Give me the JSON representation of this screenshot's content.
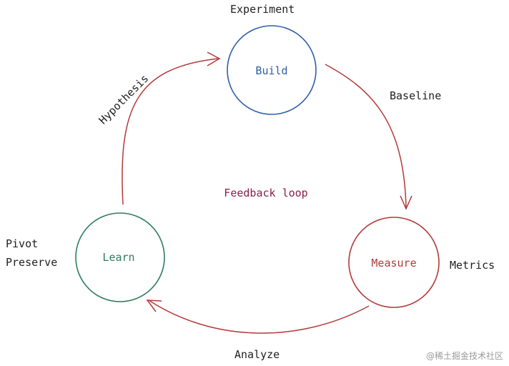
{
  "diagram": {
    "center_label": "Feedback loop",
    "nodes": [
      {
        "id": "build",
        "label": "Build",
        "color": "#2f5fa8",
        "side_label": "Experiment"
      },
      {
        "id": "measure",
        "label": "Measure",
        "color": "#b23a3a",
        "side_label": "Metrics"
      },
      {
        "id": "learn",
        "label": "Learn",
        "color": "#2e7d5b",
        "side_labels": [
          "Pivot",
          "Preserve"
        ]
      }
    ],
    "edges": [
      {
        "from": "build",
        "to": "measure",
        "label": "Baseline"
      },
      {
        "from": "measure",
        "to": "learn",
        "label": "Analyze"
      },
      {
        "from": "learn",
        "to": "build",
        "label": "Hypothesis"
      }
    ],
    "edge_color": "#b23a3a",
    "center_color": "#8b1e4a"
  },
  "watermark": "@稀土掘金技术社区"
}
